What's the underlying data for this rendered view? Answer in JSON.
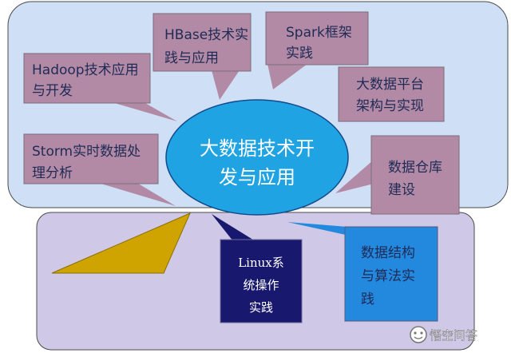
{
  "diagram": {
    "center": {
      "line1": "大数据技术开",
      "line2": "发与应用"
    },
    "callouts": {
      "hbase": {
        "line1": "HBase技术实",
        "line2": "践与应用"
      },
      "spark": {
        "line1": "Spark框架",
        "line2": "实践"
      },
      "hadoop": {
        "line1": "Hadoop技术应用",
        "line2": "与开发"
      },
      "platform": {
        "line1": "大数据平台",
        "line2": "架构与实现"
      },
      "storm": {
        "line1": "Storm实时数据处",
        "line2": "理分析"
      },
      "warehouse": {
        "line1": "数据仓库",
        "line2": "建设"
      }
    },
    "boxes": {
      "linux": {
        "line1": "Linux系",
        "line2": "统操作",
        "line3": "实践"
      },
      "algo": {
        "line1": "数据结构",
        "line2": "与算法实",
        "line3": "践"
      }
    }
  },
  "watermark": {
    "text": "悟空问答"
  },
  "colors": {
    "top_panel": "#cfdff5",
    "bottom_panel": "#cfc8e6",
    "callout": "#b28aa5",
    "center": "#1fa3e3",
    "linux_box": "#17186e",
    "algo_box": "#2389df",
    "triangle": "#d0a400"
  }
}
